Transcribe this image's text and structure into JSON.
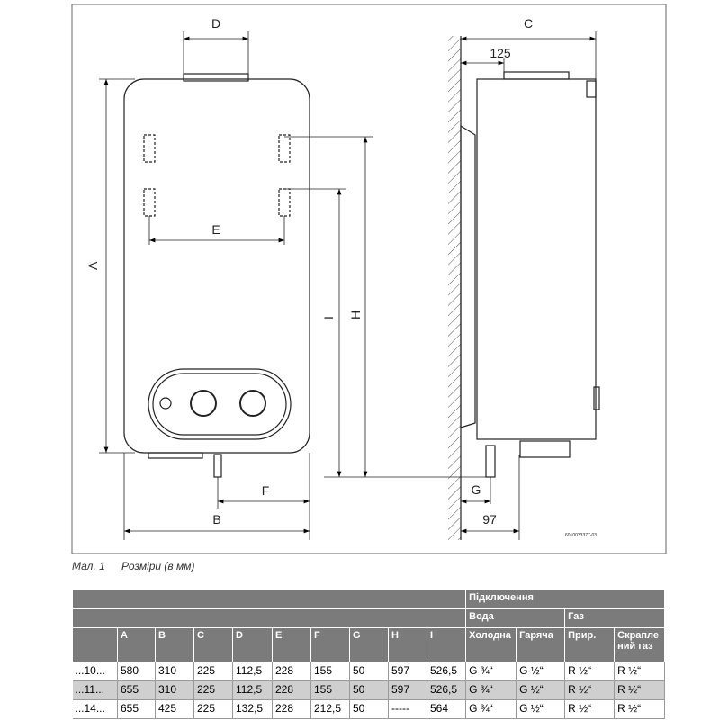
{
  "figure": {
    "dims": {
      "A": "A",
      "B": "B",
      "C": "C",
      "D": "D",
      "E": "E",
      "F": "F",
      "G": "G",
      "H": "H",
      "I": "I",
      "d125": "125",
      "d97": "97"
    },
    "image_id": "6010033377-03"
  },
  "caption": {
    "number": "Мал. 1",
    "text": "Розміри (в мм)"
  },
  "table": {
    "group": "Підключення",
    "water": "Вода",
    "gas": "Газ",
    "headers": [
      "",
      "A",
      "B",
      "C",
      "D",
      "E",
      "F",
      "G",
      "H",
      "I",
      "Холодна",
      "Гаряча",
      "Прир.",
      "Скрапле ний газ"
    ],
    "rows": [
      [
        "...10...",
        "580",
        "310",
        "225",
        "112,5",
        "228",
        "155",
        "50",
        "597",
        "526,5",
        "G ¾“",
        "G ½“",
        "R ½“",
        "R ½“"
      ],
      [
        "...11...",
        "655",
        "310",
        "225",
        "112,5",
        "228",
        "155",
        "50",
        "597",
        "526,5",
        "G ¾“",
        "G ½“",
        "R ½“",
        "R ½“"
      ],
      [
        "...14...",
        "655",
        "425",
        "225",
        "132,5",
        "228",
        "212,5",
        "50",
        "-----",
        "564",
        "G ¾“",
        "G ½“",
        "R ½“",
        "R ½“"
      ]
    ]
  }
}
